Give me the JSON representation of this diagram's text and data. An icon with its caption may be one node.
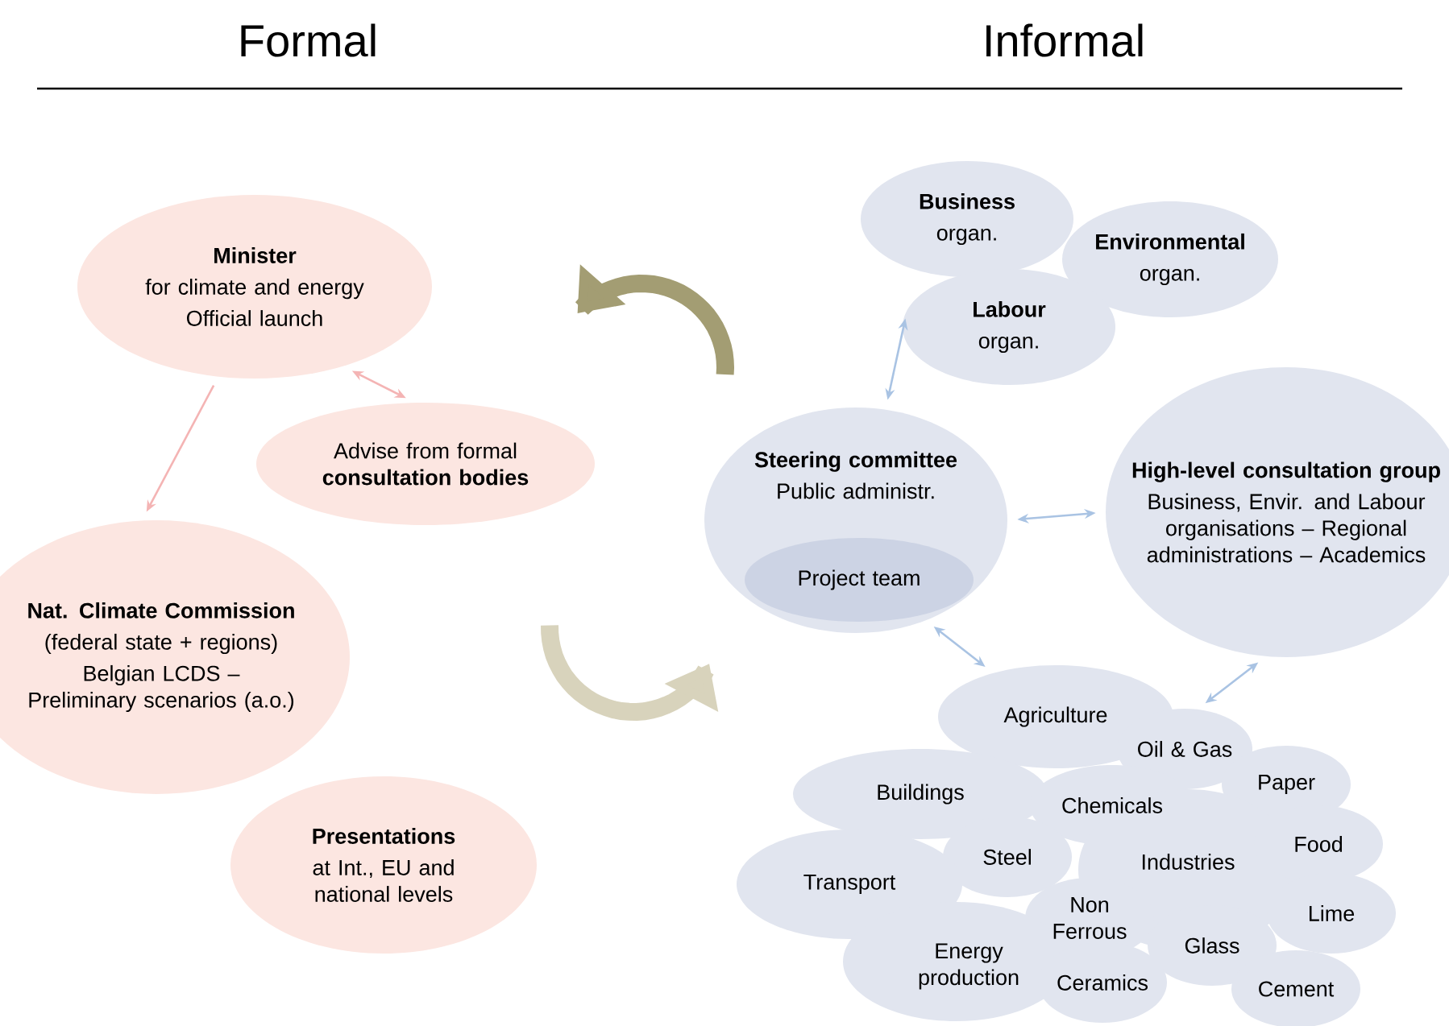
{
  "diagram": {
    "nodes": [
      {
        "text": [
          "Minister",
          "for climate and energy",
          "Official launch"
        ]
      },
      {
        "text": [
          "Advise from formal **consultation bodies**"
        ]
      },
      {
        "text": [
          "Nat. Climate Commission",
          "(federal state + regions)",
          "Belgian LCDS – Preliminary scenarios (a.o.)"
        ]
      },
      {
        "text": [
          "Presentations",
          "at Int., EU and national levels"
        ]
      },
      {
        "text": [
          "Business",
          "organ."
        ]
      },
      {
        "text": [
          "Environmental",
          "organ."
        ]
      },
      {
        "text": [
          "Labour",
          "organ."
        ]
      },
      {
        "text": [
          "Steering committee",
          "Public administr."
        ]
      },
      {
        "text": [
          "Project team"
        ],
        "in": 7
      },
      {
        "text": [
          "High-level consultation group",
          "Business, Envir. and Labour organisations – Regional administrations – Academics"
        ]
      },
      {
        "text": [
          "Agriculture"
        ]
      },
      {
        "text": [
          "Oil & Gas"
        ]
      },
      {
        "text": [
          "Paper"
        ]
      },
      {
        "text": [
          "Buildings"
        ]
      },
      {
        "text": [
          "Chemicals"
        ]
      },
      {
        "text": [
          "Steel"
        ]
      },
      {
        "text": [
          "Industries"
        ]
      },
      {
        "text": [
          "Food"
        ]
      },
      {
        "text": [
          "Transport"
        ]
      },
      {
        "text": [
          "Non Ferrous"
        ]
      },
      {
        "text": [
          "Lime"
        ]
      },
      {
        "text": [
          "Energy production"
        ]
      },
      {
        "text": [
          "Glass"
        ]
      },
      {
        "text": [
          "Ceramics"
        ]
      },
      {
        "text": [
          "Cement"
        ]
      }
    ],
    "edges": [
      {
        "from": 0,
        "to": 2,
        "arrow": "to",
        "color": "#f4b4b4"
      },
      {
        "from": 0,
        "to": 1,
        "arrow": "both",
        "color": "#f4b4b4"
      },
      {
        "from": 7,
        "to": 6,
        "arrow": "both"
      },
      {
        "from": 7,
        "to": 9,
        "arrow": "both"
      },
      {
        "from": 7,
        "to": 10,
        "arrow": "both"
      },
      {
        "from": 9,
        "to": 11,
        "arrow": "both"
      }
    ],
    "labels": [
      "Formal",
      "Informal"
    ]
  }
}
